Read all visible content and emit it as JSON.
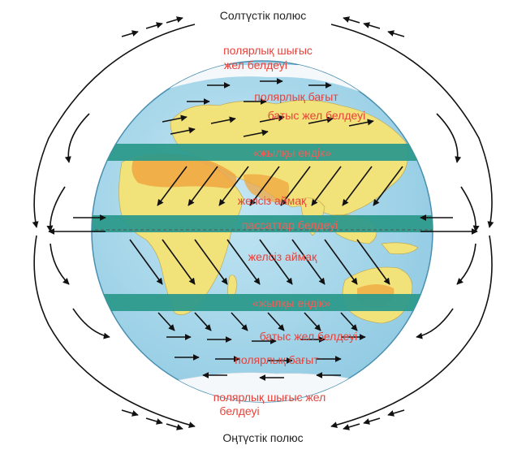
{
  "poles": {
    "north": "Солтүстік полюс",
    "south": "Оңтүстік полюс"
  },
  "belts": {
    "north_polar_easterlies_line1": "полярлық шығыс",
    "north_polar_easterlies_line2": "жел белдеуі",
    "north_polar_front": "полярлық бағыт",
    "north_westerlies": "батыс жел белдеуі",
    "north_horse_latitudes": "«жылқы ендік»",
    "north_doldrums": "желсіз аймақ",
    "trade_winds": "пассаттар белдеуі",
    "south_doldrums": "желсіз аймақ",
    "south_horse_latitudes": "«жылқы ендік»",
    "south_westerlies": "батыс жел белдеуі",
    "south_polar_front": "полярлық бағыт",
    "south_polar_easterlies_line1": "полярлық шығыс жел",
    "south_polar_easterlies_line2": "белдеуі"
  },
  "colors": {
    "ocean": "#a9d7ea",
    "land": "#f2e27a",
    "desert": "#f0a640",
    "ice": "#f4f8fb",
    "band": "#2d9a8c",
    "label_red": "#e8413a",
    "arrow": "#111111"
  }
}
